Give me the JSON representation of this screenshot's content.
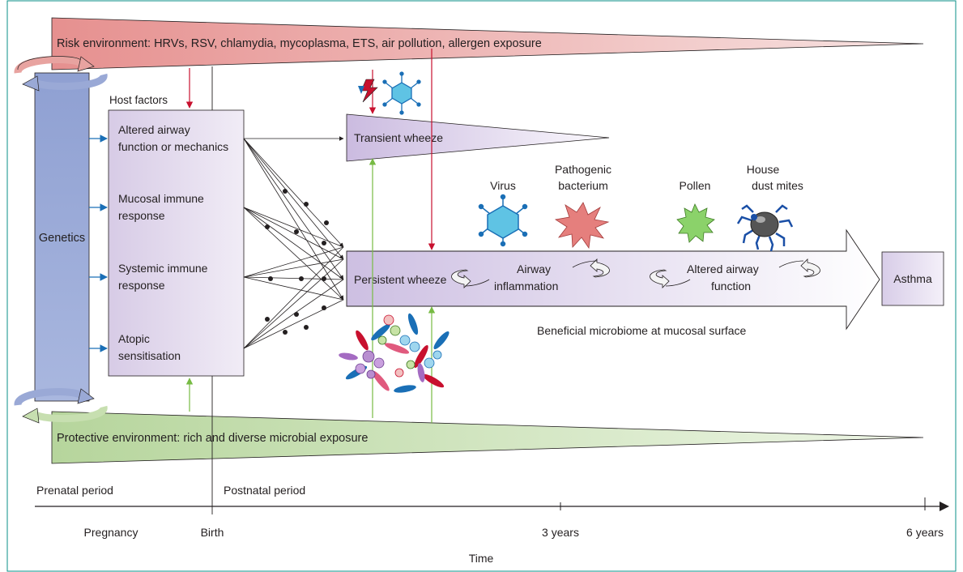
{
  "risk_environment": "Risk environment:  HRVs, RSV, chlamydia, mycoplasma, ETS, air pollution, allergen exposure",
  "protective_environment": "Protective environment: rich and diverse microbial exposure",
  "genetics": "Genetics",
  "host_factors": {
    "title": "Host factors",
    "items": [
      {
        "line1": "Altered airway",
        "line2": "function or mechanics"
      },
      {
        "line1": "Mucosal immune",
        "line2": "response"
      },
      {
        "line1": "Systemic immune",
        "line2": "response"
      },
      {
        "line1": "Atopic",
        "line2": "sensitisation"
      }
    ]
  },
  "transient_wheeze": "Transient wheeze",
  "persistent_wheeze": "Persistent wheeze",
  "airway_inflammation": {
    "line1": "Airway",
    "line2": "inflammation"
  },
  "altered_airway_function": {
    "line1": "Altered airway",
    "line2": "function"
  },
  "asthma": "Asthma",
  "beneficial_microbiome": "Beneficial microbiome at mucosal surface",
  "agents": {
    "virus": "Virus",
    "bacterium": {
      "line1": "Pathogenic",
      "line2": "bacterium"
    },
    "pollen": "Pollen",
    "mites": {
      "line1": "House",
      "line2": "dust mites"
    }
  },
  "periods": {
    "prenatal": "Prenatal period",
    "postnatal": "Postnatal period"
  },
  "timeline": {
    "ticks": [
      "Pregnancy",
      "Birth",
      "3 years",
      "6 years"
    ],
    "axis_label": "Time"
  },
  "colors": {
    "risk": "#e8a3a0",
    "protective": "#c7dfb0",
    "genetics": "#9aa9d6",
    "host": "#e1d8ea",
    "red_arrow": "#c8102e",
    "green_arrow": "#77bb44",
    "blue_arrow": "#1a6fb6",
    "frame": "#0a8f87"
  },
  "icons": [
    "lightning-icon",
    "virus-icon",
    "bacterium-icon",
    "pollen-icon",
    "dust-mite-icon",
    "microbiome-cells-icon"
  ]
}
